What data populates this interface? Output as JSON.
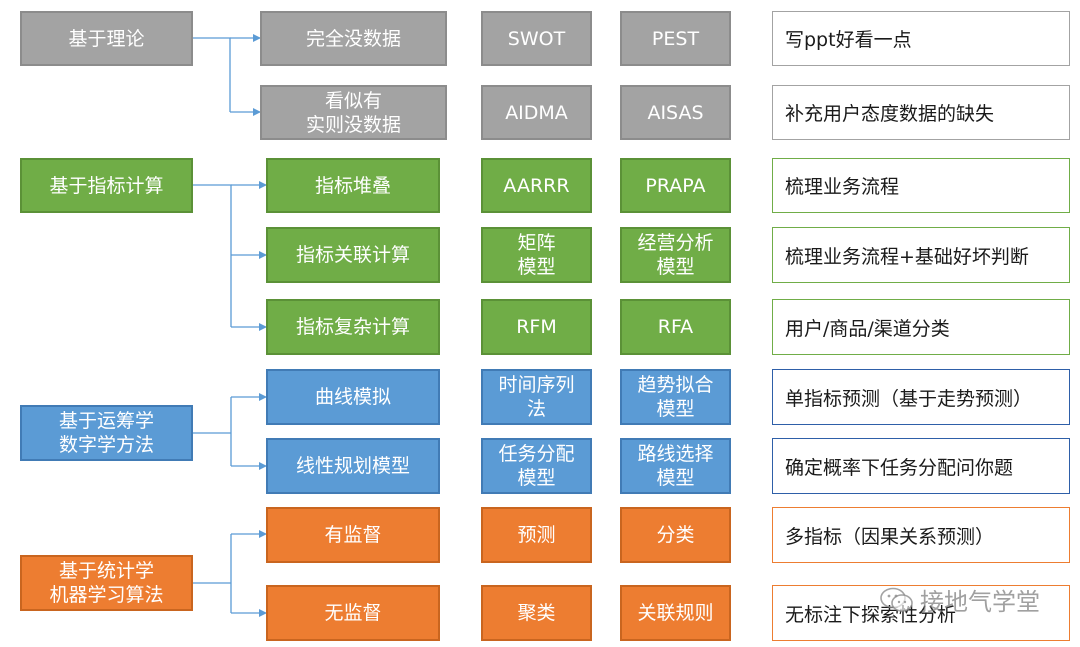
{
  "categories": [
    {
      "label": "基于理论",
      "color": "gray"
    },
    {
      "label": "基于指标计算",
      "color": "green"
    },
    {
      "label": "基于运筹学\n数字学方法",
      "color": "blue"
    },
    {
      "label": "基于统计学\n机器学习算法",
      "color": "orange"
    }
  ],
  "rows": [
    {
      "sub": "完全没数据",
      "model1": "SWOT",
      "model2": "PEST",
      "desc": "写ppt好看一点"
    },
    {
      "sub": "看似有\n实则没数据",
      "model1": "AIDMA",
      "model2": "AISAS",
      "desc": "补充用户态度数据的缺失"
    },
    {
      "sub": "指标堆叠",
      "model1": "AARRR",
      "model2": "PRAPA",
      "desc": "梳理业务流程"
    },
    {
      "sub": "指标关联计算",
      "model1": "矩阵\n模型",
      "model2": "经营分析\n模型",
      "desc": "梳理业务流程+基础好坏判断"
    },
    {
      "sub": "指标复杂计算",
      "model1": "RFM",
      "model2": "RFA",
      "desc": "用户/商品/渠道分类"
    },
    {
      "sub": "曲线模拟",
      "model1": "时间序列\n法",
      "model2": "趋势拟合\n模型",
      "desc": "单指标预测（基于走势预测）"
    },
    {
      "sub": "线性规划模型",
      "model1": "任务分配\n模型",
      "model2": "路线选择\n模型",
      "desc": "确定概率下任务分配问你题"
    },
    {
      "sub": "有监督",
      "model1": "预测",
      "model2": "分类",
      "desc": "多指标（因果关系预测）"
    },
    {
      "sub": "无监督",
      "model1": "聚类",
      "model2": "关联规则",
      "desc": "无标注下探索性分析"
    }
  ],
  "watermark": {
    "text": "接地气学堂",
    "icon": "wechat-icon"
  },
  "colors": {
    "gray": "#a3a3a3",
    "green": "#70ad47",
    "blue": "#5b9bd5",
    "orange": "#ed7d31",
    "connector": "#5b9bd5"
  }
}
